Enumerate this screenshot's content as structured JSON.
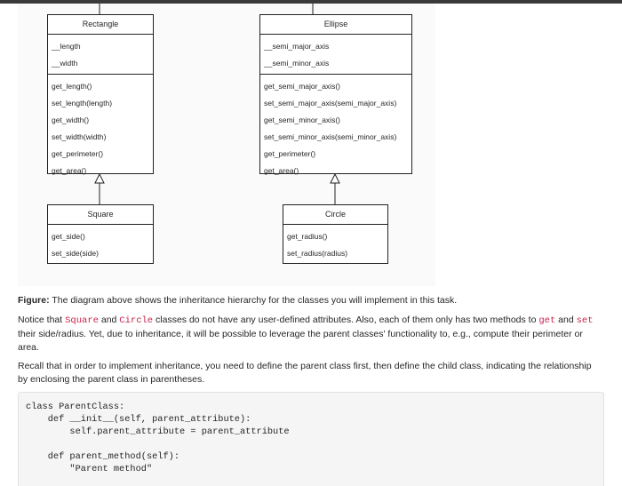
{
  "diagram": {
    "rectangle": {
      "name": "Rectangle",
      "attributes": [
        "__length",
        "__width"
      ],
      "methods": [
        "get_length()",
        "set_length(length)",
        "get_width()",
        "set_width(width)",
        "get_perimeter()",
        "get_area()"
      ]
    },
    "ellipse": {
      "name": "Ellipse",
      "attributes": [
        "__semi_major_axis",
        "__semi_minor_axis"
      ],
      "methods": [
        "get_semi_major_axis()",
        "set_semi_major_axis(semi_major_axis)",
        "get_semi_minor_axis()",
        "set_semi_minor_axis(semi_minor_axis)",
        "get_perimeter()",
        "get_area()"
      ]
    },
    "square": {
      "name": "Square",
      "methods": [
        "get_side()",
        "set_side(side)"
      ]
    },
    "circle": {
      "name": "Circle",
      "methods": [
        "get_radius()",
        "set_radius(radius)"
      ]
    }
  },
  "figure_caption": {
    "label": "Figure:",
    "text": " The diagram above shows the inheritance hierarchy for the classes you will implement in this task."
  },
  "notice": {
    "t1": "Notice that ",
    "c1": "Square",
    "t2": " and ",
    "c2": "Circle",
    "t3": " classes do not have any user-defined attributes. Also, each of them only has two methods to ",
    "c3": "get",
    "t4": " and ",
    "c4": "set",
    "t5": " their side/radius. Yet, due to inheritance, it will be possible to leverage the parent classes' functionality to, e.g., compute their perimeter or area."
  },
  "recall": "Recall that in order to implement inheritance, you need to define the parent class first, then define the child class, indicating the relationship by enclosing the parent class in parentheses.",
  "code": "class ParentClass:\n    def __init__(self, parent_attribute):\n        self.parent_attribute = parent_attribute\n\n    def parent_method(self):\n        \"Parent method\""
}
